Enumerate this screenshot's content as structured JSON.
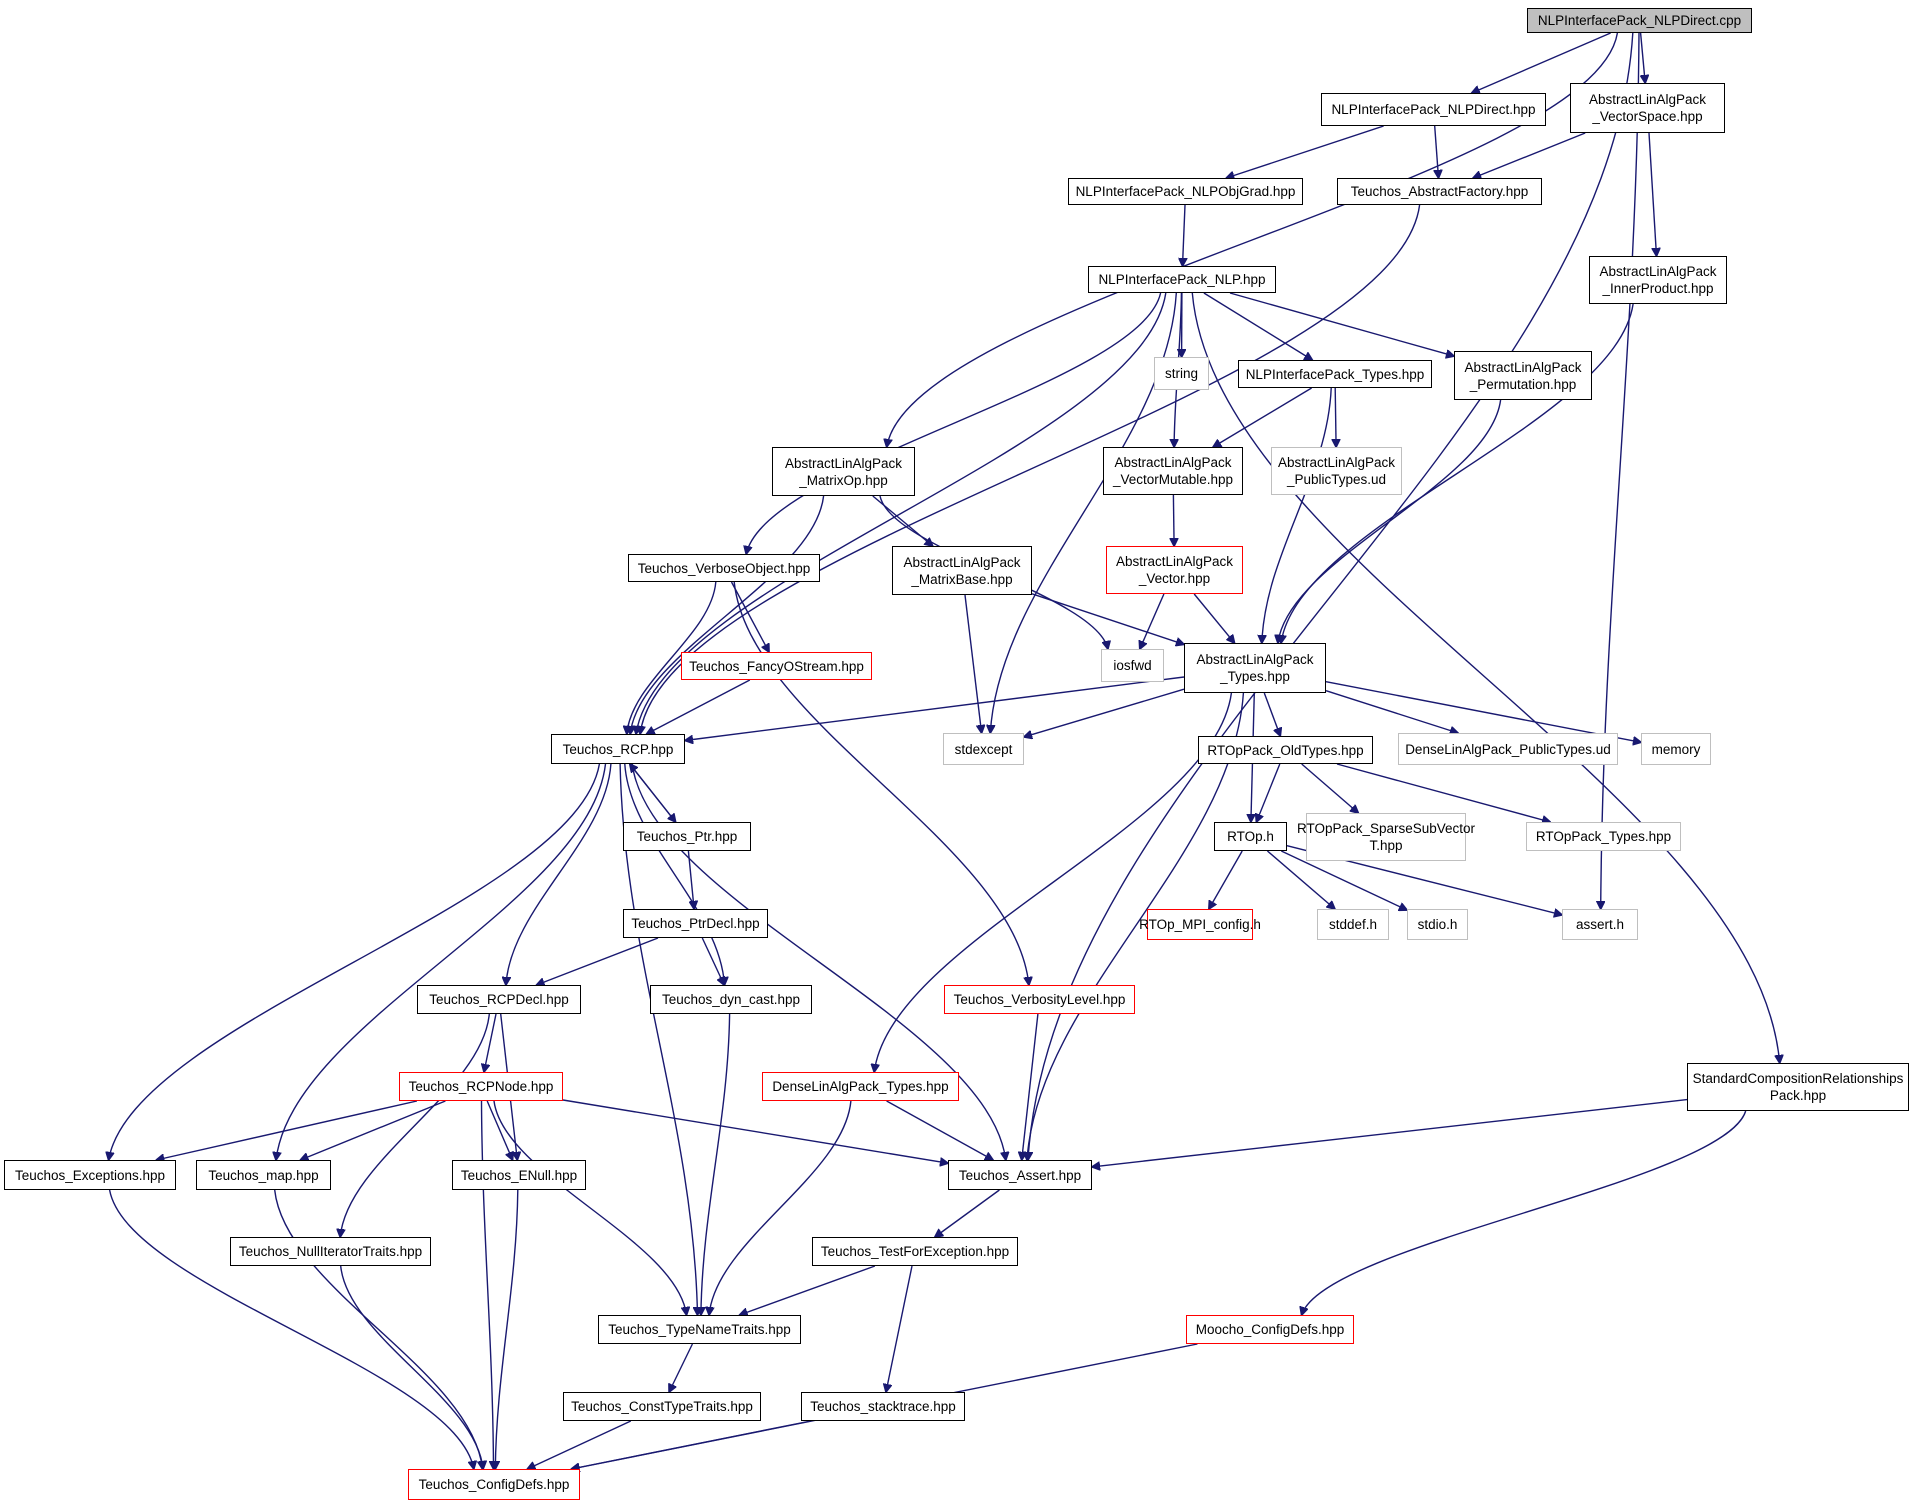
{
  "diagram": {
    "edge_color": "#191970",
    "node_border_colors": {
      "normal": "#000000",
      "red": "#ff0000",
      "external": "#bfbfbf"
    },
    "root_fill": "#bfbfbf",
    "nodes": {
      "root": {
        "lines": [
          "NLPInterfacePack_NLPDirect.cpp"
        ],
        "style": "root"
      },
      "nlpdirect_hpp": {
        "lines": [
          "NLPInterfacePack_NLPDirect.hpp"
        ],
        "style": "normal"
      },
      "alap_vectorspace": {
        "lines": [
          "AbstractLinAlgPack",
          "_VectorSpace.hpp"
        ],
        "style": "normal"
      },
      "nlpobjgrad": {
        "lines": [
          "NLPInterfacePack_NLPObjGrad.hpp"
        ],
        "style": "normal"
      },
      "abstractfactory": {
        "lines": [
          "Teuchos_AbstractFactory.hpp"
        ],
        "style": "normal"
      },
      "nlp_hpp": {
        "lines": [
          "NLPInterfacePack_NLP.hpp"
        ],
        "style": "normal"
      },
      "alap_innerproduct": {
        "lines": [
          "AbstractLinAlgPack",
          "_InnerProduct.hpp"
        ],
        "style": "normal"
      },
      "string": {
        "lines": [
          "string"
        ],
        "style": "external"
      },
      "nlp_types": {
        "lines": [
          "NLPInterfacePack_Types.hpp"
        ],
        "style": "normal"
      },
      "alap_permutation": {
        "lines": [
          "AbstractLinAlgPack",
          "_Permutation.hpp"
        ],
        "style": "normal"
      },
      "alap_matrixop": {
        "lines": [
          "AbstractLinAlgPack",
          "_MatrixOp.hpp"
        ],
        "style": "normal"
      },
      "alap_vectormutable": {
        "lines": [
          "AbstractLinAlgPack",
          "_VectorMutable.hpp"
        ],
        "style": "normal"
      },
      "alap_publictypes_ud": {
        "lines": [
          "AbstractLinAlgPack",
          "_PublicTypes.ud"
        ],
        "style": "external"
      },
      "verboseobject": {
        "lines": [
          "Teuchos_VerboseObject.hpp"
        ],
        "style": "normal"
      },
      "alap_matrixbase": {
        "lines": [
          "AbstractLinAlgPack",
          "_MatrixBase.hpp"
        ],
        "style": "normal"
      },
      "alap_vector": {
        "lines": [
          "AbstractLinAlgPack",
          "_Vector.hpp"
        ],
        "style": "red"
      },
      "fancyostream": {
        "lines": [
          "Teuchos_FancyOStream.hpp"
        ],
        "style": "red"
      },
      "iosfwd": {
        "lines": [
          "iosfwd"
        ],
        "style": "external"
      },
      "alap_types": {
        "lines": [
          "AbstractLinAlgPack",
          "_Types.hpp"
        ],
        "style": "normal"
      },
      "rcp": {
        "lines": [
          "Teuchos_RCP.hpp"
        ],
        "style": "normal"
      },
      "stdexcept": {
        "lines": [
          "stdexcept"
        ],
        "style": "external"
      },
      "dlap_publictypes_ud": {
        "lines": [
          "DenseLinAlgPack_PublicTypes.ud"
        ],
        "style": "external"
      },
      "memory": {
        "lines": [
          "memory"
        ],
        "style": "external"
      },
      "rtop_oldtypes": {
        "lines": [
          "RTOpPack_OldTypes.hpp"
        ],
        "style": "normal"
      },
      "ptr": {
        "lines": [
          "Teuchos_Ptr.hpp"
        ],
        "style": "normal"
      },
      "rtop_h": {
        "lines": [
          "RTOp.h"
        ],
        "style": "normal"
      },
      "rtop_sparsesubvector": {
        "lines": [
          "RTOpPack_SparseSubVector",
          "T.hpp"
        ],
        "style": "external"
      },
      "rtop_types": {
        "lines": [
          "RTOpPack_Types.hpp"
        ],
        "style": "external"
      },
      "ptrdecl": {
        "lines": [
          "Teuchos_PtrDecl.hpp"
        ],
        "style": "normal"
      },
      "rtop_mpi_config": {
        "lines": [
          "RTOp_MPI_config.h"
        ],
        "style": "red"
      },
      "stddef": {
        "lines": [
          "stddef.h"
        ],
        "style": "external"
      },
      "stdio": {
        "lines": [
          "stdio.h"
        ],
        "style": "external"
      },
      "assert_h": {
        "lines": [
          "assert.h"
        ],
        "style": "external"
      },
      "rcpdecl": {
        "lines": [
          "Teuchos_RCPDecl.hpp"
        ],
        "style": "normal"
      },
      "dyn_cast": {
        "lines": [
          "Teuchos_dyn_cast.hpp"
        ],
        "style": "normal"
      },
      "verbositylevel": {
        "lines": [
          "Teuchos_VerbosityLevel.hpp"
        ],
        "style": "red"
      },
      "rcpnode": {
        "lines": [
          "Teuchos_RCPNode.hpp"
        ],
        "style": "red"
      },
      "dlap_types": {
        "lines": [
          "DenseLinAlgPack_Types.hpp"
        ],
        "style": "red"
      },
      "stdcomp": {
        "lines": [
          "StandardCompositionRelationships",
          "Pack.hpp"
        ],
        "style": "normal"
      },
      "exceptions": {
        "lines": [
          "Teuchos_Exceptions.hpp"
        ],
        "style": "normal"
      },
      "map": {
        "lines": [
          "Teuchos_map.hpp"
        ],
        "style": "normal"
      },
      "enull": {
        "lines": [
          "Teuchos_ENull.hpp"
        ],
        "style": "normal"
      },
      "teuchos_assert": {
        "lines": [
          "Teuchos_Assert.hpp"
        ],
        "style": "normal"
      },
      "nulliteratortraits": {
        "lines": [
          "Teuchos_NullIteratorTraits.hpp"
        ],
        "style": "normal"
      },
      "testforexception": {
        "lines": [
          "Teuchos_TestForException.hpp"
        ],
        "style": "normal"
      },
      "typenametraits": {
        "lines": [
          "Teuchos_TypeNameTraits.hpp"
        ],
        "style": "normal"
      },
      "moocho_configdefs": {
        "lines": [
          "Moocho_ConfigDefs.hpp"
        ],
        "style": "red"
      },
      "consttypetraits": {
        "lines": [
          "Teuchos_ConstTypeTraits.hpp"
        ],
        "style": "normal"
      },
      "stacktrace": {
        "lines": [
          "Teuchos_stacktrace.hpp"
        ],
        "style": "normal"
      },
      "configdefs": {
        "lines": [
          "Teuchos_ConfigDefs.hpp"
        ],
        "style": "red"
      }
    },
    "edges": [
      [
        "root",
        "nlpdirect_hpp"
      ],
      [
        "root",
        "alap_vectorspace"
      ],
      [
        "root",
        "alap_matrixop"
      ],
      [
        "root",
        "assert_h"
      ],
      [
        "root",
        "teuchos_assert"
      ],
      [
        "nlpdirect_hpp",
        "nlpobjgrad"
      ],
      [
        "nlpdirect_hpp",
        "abstractfactory"
      ],
      [
        "alap_vectorspace",
        "abstractfactory"
      ],
      [
        "alap_vectorspace",
        "alap_innerproduct"
      ],
      [
        "nlpobjgrad",
        "nlp_hpp"
      ],
      [
        "abstractfactory",
        "rcp"
      ],
      [
        "alap_innerproduct",
        "alap_types"
      ],
      [
        "nlp_hpp",
        "string"
      ],
      [
        "nlp_hpp",
        "nlp_types"
      ],
      [
        "nlp_hpp",
        "alap_permutation"
      ],
      [
        "nlp_hpp",
        "alap_vectormutable"
      ],
      [
        "nlp_hpp",
        "verboseobject"
      ],
      [
        "nlp_hpp",
        "rcp"
      ],
      [
        "nlp_hpp",
        "stdexcept"
      ],
      [
        "nlp_hpp",
        "stdcomp"
      ],
      [
        "nlp_types",
        "alap_vectormutable"
      ],
      [
        "nlp_types",
        "alap_publictypes_ud"
      ],
      [
        "nlp_types",
        "alap_types"
      ],
      [
        "alap_permutation",
        "alap_types"
      ],
      [
        "alap_matrixop",
        "alap_matrixbase"
      ],
      [
        "alap_matrixop",
        "rcp"
      ],
      [
        "alap_matrixop",
        "iosfwd"
      ],
      [
        "alap_vectormutable",
        "alap_vector"
      ],
      [
        "verboseobject",
        "fancyostream"
      ],
      [
        "verboseobject",
        "rcp"
      ],
      [
        "verboseobject",
        "verbositylevel"
      ],
      [
        "alap_matrixbase",
        "alap_types"
      ],
      [
        "alap_matrixbase",
        "stdexcept"
      ],
      [
        "alap_vector",
        "iosfwd"
      ],
      [
        "alap_vector",
        "alap_types"
      ],
      [
        "fancyostream",
        "rcp"
      ],
      [
        "alap_types",
        "rcp"
      ],
      [
        "alap_types",
        "stdexcept"
      ],
      [
        "alap_types",
        "dlap_publictypes_ud"
      ],
      [
        "alap_types",
        "memory"
      ],
      [
        "alap_types",
        "rtop_oldtypes"
      ],
      [
        "alap_types",
        "rtop_h"
      ],
      [
        "alap_types",
        "dlap_types"
      ],
      [
        "alap_types",
        "teuchos_assert"
      ],
      [
        "rcp",
        "ptr"
      ],
      [
        "rcp",
        "rcpdecl"
      ],
      [
        "rcp",
        "dyn_cast"
      ],
      [
        "rcp",
        "exceptions"
      ],
      [
        "rcp",
        "map"
      ],
      [
        "rcp",
        "typenametraits"
      ],
      [
        "rcp",
        "teuchos_assert"
      ],
      [
        "ptr",
        "rcp"
      ],
      [
        "ptr",
        "ptrdecl"
      ],
      [
        "rtop_oldtypes",
        "rtop_h"
      ],
      [
        "rtop_oldtypes",
        "rtop_sparsesubvector"
      ],
      [
        "rtop_oldtypes",
        "rtop_types"
      ],
      [
        "rtop_h",
        "rtop_mpi_config"
      ],
      [
        "rtop_h",
        "stddef"
      ],
      [
        "rtop_h",
        "stdio"
      ],
      [
        "rtop_h",
        "assert_h"
      ],
      [
        "ptrdecl",
        "rcpdecl"
      ],
      [
        "ptrdecl",
        "dyn_cast"
      ],
      [
        "rcpdecl",
        "rcpnode"
      ],
      [
        "rcpdecl",
        "enull"
      ],
      [
        "rcpdecl",
        "nulliteratortraits"
      ],
      [
        "dyn_cast",
        "typenametraits"
      ],
      [
        "verbositylevel",
        "teuchos_assert"
      ],
      [
        "rcpnode",
        "exceptions"
      ],
      [
        "rcpnode",
        "map"
      ],
      [
        "rcpnode",
        "enull"
      ],
      [
        "rcpnode",
        "teuchos_assert"
      ],
      [
        "rcpnode",
        "typenametraits"
      ],
      [
        "rcpnode",
        "configdefs"
      ],
      [
        "dlap_types",
        "teuchos_assert"
      ],
      [
        "dlap_types",
        "typenametraits"
      ],
      [
        "stdcomp",
        "teuchos_assert"
      ],
      [
        "stdcomp",
        "moocho_configdefs"
      ],
      [
        "exceptions",
        "configdefs"
      ],
      [
        "map",
        "configdefs"
      ],
      [
        "enull",
        "configdefs"
      ],
      [
        "nulliteratortraits",
        "configdefs"
      ],
      [
        "teuchos_assert",
        "testforexception"
      ],
      [
        "testforexception",
        "typenametraits"
      ],
      [
        "testforexception",
        "stacktrace"
      ],
      [
        "typenametraits",
        "consttypetraits"
      ],
      [
        "moocho_configdefs",
        "configdefs"
      ],
      [
        "consttypetraits",
        "configdefs"
      ],
      [
        "stacktrace",
        "configdefs"
      ]
    ]
  }
}
